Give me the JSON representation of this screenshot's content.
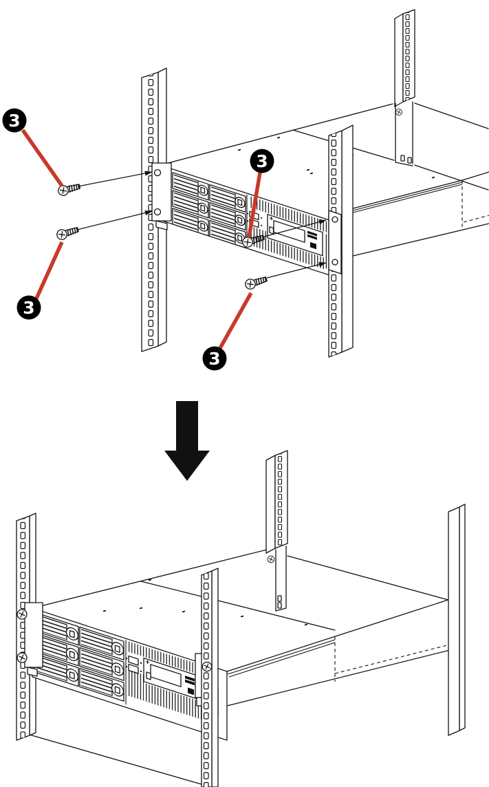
{
  "colors": {
    "line_art": "#111111",
    "leader_line": "#c8392b",
    "callout_fill": "#000000",
    "callout_text": "#ffffff"
  },
  "callouts": [
    {
      "label": "3"
    },
    {
      "label": "3"
    },
    {
      "label": "3"
    },
    {
      "label": "3"
    }
  ]
}
